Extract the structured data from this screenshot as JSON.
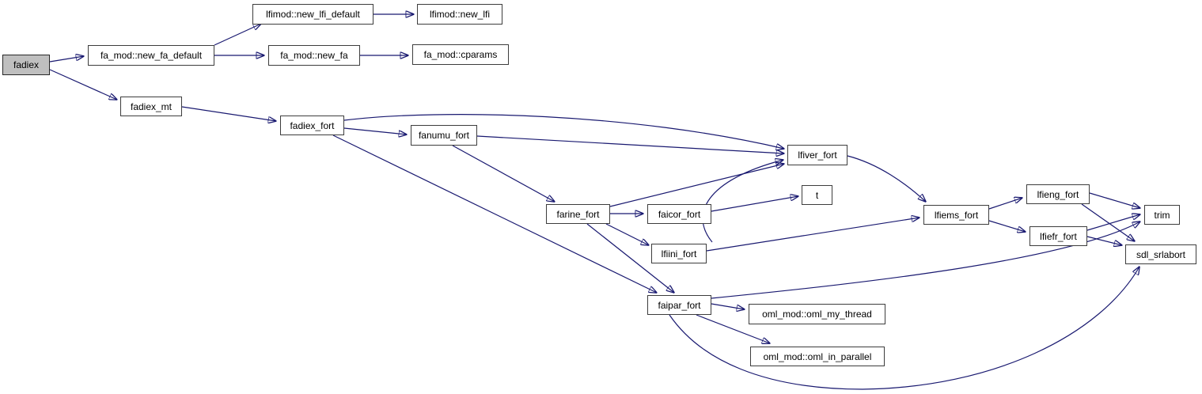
{
  "diagram": {
    "type": "call-graph",
    "root": "fadiex",
    "colors": {
      "edge": "#191970",
      "node_fill": "#ffffff",
      "node_border": "#3d3d3d",
      "root_fill": "#bfbfbf",
      "text": "#000000",
      "background": "#ffffff"
    },
    "nodes": [
      {
        "id": "fadiex",
        "label": "fadiex"
      },
      {
        "id": "fa_mod-new_fa_default",
        "label": "fa_mod::new_fa_default"
      },
      {
        "id": "lfimod-new_lfi_default",
        "label": "lfimod::new_lfi_default"
      },
      {
        "id": "lfimod-new_lfi",
        "label": "lfimod::new_lfi"
      },
      {
        "id": "fa_mod-new_fa",
        "label": "fa_mod::new_fa"
      },
      {
        "id": "fa_mod-cparams",
        "label": "fa_mod::cparams"
      },
      {
        "id": "fadiex_mt",
        "label": "fadiex_mt"
      },
      {
        "id": "fadiex_fort",
        "label": "fadiex_fort"
      },
      {
        "id": "fanumu_fort",
        "label": "fanumu_fort"
      },
      {
        "id": "lfiver_fort",
        "label": "lfiver_fort"
      },
      {
        "id": "farine_fort",
        "label": "farine_fort"
      },
      {
        "id": "faicor_fort",
        "label": "faicor_fort"
      },
      {
        "id": "t",
        "label": "t"
      },
      {
        "id": "lfiini_fort",
        "label": "lfiini_fort"
      },
      {
        "id": "lfiems_fort",
        "label": "lfiems_fort"
      },
      {
        "id": "lfieng_fort",
        "label": "lfieng_fort"
      },
      {
        "id": "lfiefr_fort",
        "label": "lfiefr_fort"
      },
      {
        "id": "trim",
        "label": "trim"
      },
      {
        "id": "sdl_srlabort",
        "label": "sdl_srlabort"
      },
      {
        "id": "faipar_fort",
        "label": "faipar_fort"
      },
      {
        "id": "oml_mod-oml_my_thread",
        "label": "oml_mod::oml_my_thread"
      },
      {
        "id": "oml_mod-oml_in_parallel",
        "label": "oml_mod::oml_in_parallel"
      }
    ],
    "edges": [
      {
        "from": "fadiex",
        "to": "fa_mod::new_fa_default"
      },
      {
        "from": "fadiex",
        "to": "fadiex_mt"
      },
      {
        "from": "fa_mod::new_fa_default",
        "to": "lfimod::new_lfi_default"
      },
      {
        "from": "fa_mod::new_fa_default",
        "to": "fa_mod::new_fa"
      },
      {
        "from": "lfimod::new_lfi_default",
        "to": "lfimod::new_lfi"
      },
      {
        "from": "fa_mod::new_fa",
        "to": "fa_mod::cparams"
      },
      {
        "from": "fadiex_mt",
        "to": "fadiex_fort"
      },
      {
        "from": "fadiex_fort",
        "to": "lfiver_fort"
      },
      {
        "from": "fadiex_fort",
        "to": "fanumu_fort"
      },
      {
        "from": "fadiex_fort",
        "to": "faipar_fort"
      },
      {
        "from": "fanumu_fort",
        "to": "lfiver_fort"
      },
      {
        "from": "fanumu_fort",
        "to": "farine_fort"
      },
      {
        "from": "farine_fort",
        "to": "lfiver_fort"
      },
      {
        "from": "farine_fort",
        "to": "faicor_fort"
      },
      {
        "from": "farine_fort",
        "to": "lfiini_fort"
      },
      {
        "from": "farine_fort",
        "to": "faipar_fort"
      },
      {
        "from": "faicor_fort",
        "to": "t"
      },
      {
        "from": "lfiini_fort",
        "to": "lfiver_fort"
      },
      {
        "from": "lfiini_fort",
        "to": "lfiems_fort"
      },
      {
        "from": "lfiver_fort",
        "to": "lfiems_fort"
      },
      {
        "from": "lfiems_fort",
        "to": "lfieng_fort"
      },
      {
        "from": "lfiems_fort",
        "to": "lfiefr_fort"
      },
      {
        "from": "lfieng_fort",
        "to": "trim"
      },
      {
        "from": "lfieng_fort",
        "to": "sdl_srlabort"
      },
      {
        "from": "lfiefr_fort",
        "to": "trim"
      },
      {
        "from": "lfiefr_fort",
        "to": "sdl_srlabort"
      },
      {
        "from": "faipar_fort",
        "to": "oml_mod::oml_my_thread"
      },
      {
        "from": "faipar_fort",
        "to": "oml_mod::oml_in_parallel"
      },
      {
        "from": "faipar_fort",
        "to": "trim"
      },
      {
        "from": "faipar_fort",
        "to": "sdl_srlabort"
      }
    ]
  }
}
